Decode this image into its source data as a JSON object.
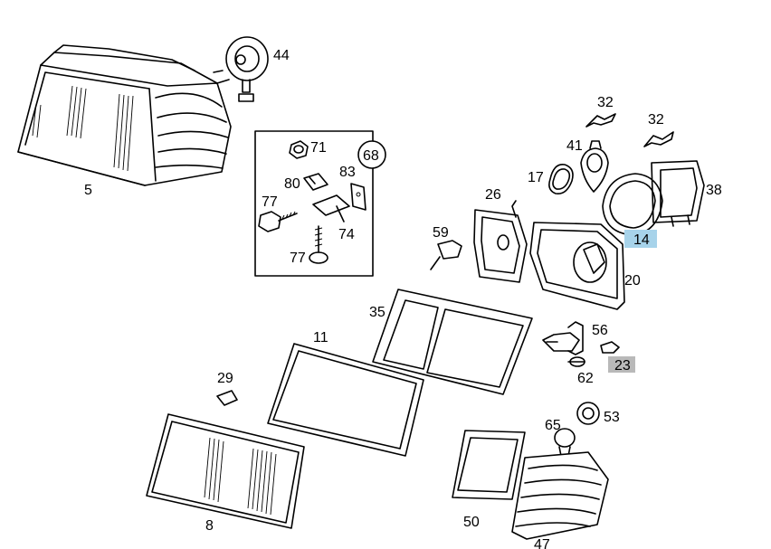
{
  "diagram": {
    "callouts": [
      {
        "id": "5",
        "text": "5"
      },
      {
        "id": "44",
        "text": "44"
      },
      {
        "id": "71",
        "text": "71"
      },
      {
        "id": "68",
        "text": "68"
      },
      {
        "id": "80",
        "text": "80"
      },
      {
        "id": "83",
        "text": "83"
      },
      {
        "id": "77a",
        "text": "77"
      },
      {
        "id": "74",
        "text": "74"
      },
      {
        "id": "77b",
        "text": "77"
      },
      {
        "id": "32a",
        "text": "32"
      },
      {
        "id": "32b",
        "text": "32"
      },
      {
        "id": "41",
        "text": "41"
      },
      {
        "id": "17",
        "text": "17"
      },
      {
        "id": "38",
        "text": "38"
      },
      {
        "id": "26",
        "text": "26"
      },
      {
        "id": "14",
        "text": "14"
      },
      {
        "id": "59",
        "text": "59"
      },
      {
        "id": "20",
        "text": "20"
      },
      {
        "id": "35",
        "text": "35"
      },
      {
        "id": "56",
        "text": "56"
      },
      {
        "id": "11",
        "text": "11"
      },
      {
        "id": "23",
        "text": "23"
      },
      {
        "id": "62",
        "text": "62"
      },
      {
        "id": "29",
        "text": "29"
      },
      {
        "id": "53",
        "text": "53"
      },
      {
        "id": "65",
        "text": "65"
      },
      {
        "id": "50",
        "text": "50"
      },
      {
        "id": "8",
        "text": "8"
      },
      {
        "id": "47",
        "text": "47"
      }
    ],
    "highlight_colors": {
      "blue": "#a7d3ea",
      "grey": "#b9b9b9"
    }
  }
}
